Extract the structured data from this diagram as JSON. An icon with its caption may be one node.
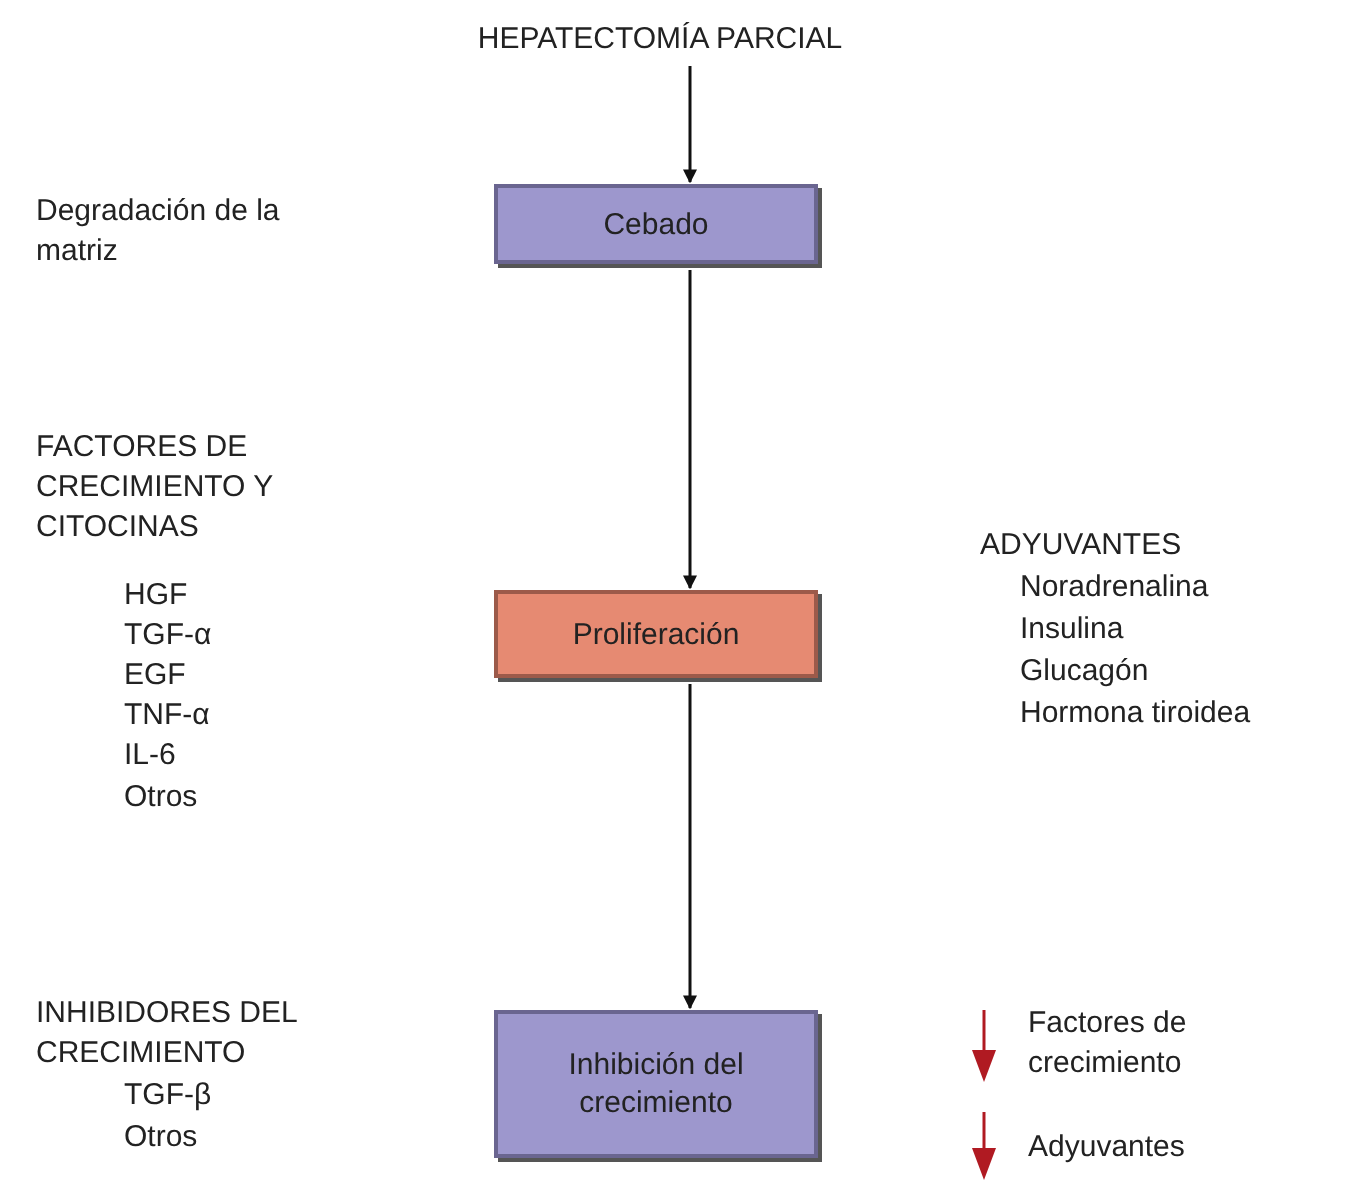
{
  "diagram": {
    "nodes": [
      {
        "text": [
          "HEPATECTOMÍA PARCIAL"
        ]
      },
      {
        "text": [
          "Cebado"
        ]
      },
      {
        "text": [
          "Proliferación"
        ]
      },
      {
        "text": [
          "Inhibición del crecimiento"
        ]
      }
    ],
    "edges": [
      {
        "from": 0,
        "to": 1,
        "arrow": "to"
      },
      {
        "from": 1,
        "to": 2,
        "arrow": "to"
      },
      {
        "from": 2,
        "to": 3,
        "arrow": "to"
      }
    ],
    "labels": [
      "Degradación de la matriz",
      "FACTORES DE CRECIMIENTO Y CITOCINAS",
      "HGF",
      "TGF-α",
      "EGF",
      "TNF-α",
      "IL-6",
      "Otros",
      "ADYUVANTES",
      "Noradrenalina",
      "Insulina",
      "Glucagón",
      "Hormona tiroidea",
      "INHIBIDORES DEL CRECIMIENTO",
      "TGF-β",
      "Otros",
      "Factores de crecimiento",
      "Adyuvantes"
    ]
  }
}
